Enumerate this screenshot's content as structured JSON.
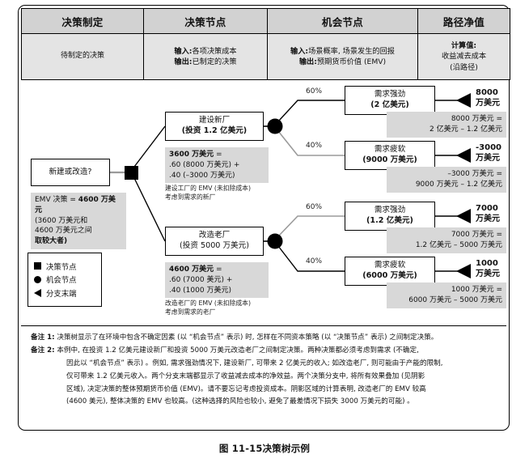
{
  "header": {
    "columns": [
      {
        "title": "决策制定",
        "body_plain": "待制定的决策"
      },
      {
        "title": "决策节点",
        "body_lines": [
          {
            "label": "输入:",
            "text": "各项决策成本"
          },
          {
            "label": "输出:",
            "text": "已制定的决策"
          }
        ]
      },
      {
        "title": "机会节点",
        "body_lines": [
          {
            "label": "输入:",
            "text": "场景概率, 场景发生的回报"
          },
          {
            "label": "输出:",
            "text": "预期货币价值 (EMV)"
          }
        ]
      },
      {
        "title": "路径净值",
        "body_lines_plain": [
          "计算值:",
          "收益减去成本",
          "(沿路径)"
        ]
      }
    ]
  },
  "tree": {
    "root": {
      "label": "新建或改造?",
      "emv_box": {
        "line1_prefix": "EMV 决策 = ",
        "line1_value": "4600 万美元",
        "line2": "(3600 万美元和",
        "line3": "4600 万美元之间",
        "line4": "取较大者)"
      }
    },
    "decisions": [
      {
        "name": "build-new",
        "line1": "建设新厂",
        "line2": "(投资 1.2 亿美元)",
        "calc": {
          "head_value": "3600 万美元",
          "head_eq": " =",
          "line2": ".60 (8000 万美元) +",
          "line3": ".40 (–3000 万美元)"
        },
        "caption": [
          "建设工厂的 EMV (未扣除成本)",
          "考虑到需求的新厂"
        ],
        "branches": [
          {
            "probability": "60%",
            "outcome_line1": "需求强劲",
            "outcome_line2": "(2 亿美元)",
            "endpoint_value_1": "8000",
            "endpoint_value_2": "万美元",
            "net_calc_line1": "8000 万美元 =",
            "net_calc_line2": "2 亿美元 – 1.2 亿美元"
          },
          {
            "probability": "40%",
            "outcome_line1": "需求疲软",
            "outcome_line2": "(9000 万美元)",
            "endpoint_value_1": "-3000",
            "endpoint_value_2": "万美元",
            "net_calc_line1": "–3000 万美元 =",
            "net_calc_line2": "9000 万美元 – 1.2 亿美元"
          }
        ]
      },
      {
        "name": "upgrade-old",
        "line1": "改造老厂",
        "line2": "(投资 5000 万美元)",
        "calc": {
          "head_value": "4600 万美元",
          "head_eq": " =",
          "line2": ".60 (7000 美元) +",
          "line3": ".40 (1000 万美元)"
        },
        "caption": [
          "改造老厂的 EMV (未扣除成本)",
          "考虑到需求的老厂"
        ],
        "branches": [
          {
            "probability": "60%",
            "outcome_line1": "需求强劲",
            "outcome_line2": "(1.2 亿美元)",
            "endpoint_value_1": "7000",
            "endpoint_value_2": "万美元",
            "net_calc_line1": "7000 万美元 =",
            "net_calc_line2": "1.2 亿美元 – 5000 万美元"
          },
          {
            "probability": "40%",
            "outcome_line1": "需求疲软",
            "outcome_line2": "(6000 万美元)",
            "endpoint_value_1": "1000",
            "endpoint_value_2": "万美元",
            "net_calc_line1": "1000 万美元 =",
            "net_calc_line2": "6000 万美元 – 5000 万美元"
          }
        ]
      }
    ],
    "legend": [
      {
        "glyph": "square",
        "label": "决策节点"
      },
      {
        "glyph": "circle",
        "label": "机会节点"
      },
      {
        "glyph": "triangle",
        "label": "分支末端"
      }
    ]
  },
  "notes": {
    "note1_label": "备注 1:",
    "note1_text": "决策树显示了在环境中包含不确定因素 (以 “机会节点” 表示) 时, 怎样在不同资本策略 (以 “决策节点” 表示) 之间制定决策。",
    "note2_label": "备注 2:",
    "note2_text": "本例中, 在投资 1.2 亿美元建设新厂和投资 5000 万美元改造老厂之间制定决策。两种决策都必须考虑到需求 (不确定,",
    "note2_cont1": "因此以 “机会节点” 表示) 。例如, 需求强劲情况下, 建设新厂, 可带来 2 亿美元的收入; 如改造老厂, 则可能由于产能的限制,",
    "note2_cont2": "仅可带来 1.2 亿美元收入。两个分支末端都显示了收益减去成本的净效益。两个决策分支中, 将所有效果叠加 (见阴影",
    "note2_cont3": "区域), 决定决策的整体预期货币价值 (EMV)。请不要忘记考虑投资成本。阴影区域的计算表明, 改造老厂的 EMV 较高",
    "note2_cont4": "(4600 美元), 整体决策的 EMV 也较高。(这种选择的风险也较小, 避免了最差情况下损失 3000 万美元的可能) 。"
  },
  "figure_caption": "图 11-15决策树示例",
  "colors": {
    "header_title_bg": "#d2d2d2",
    "header_sub_bg": "#e4e4e4",
    "shade_bg": "#d8d8d8",
    "line": "#000000",
    "gray_line": "#9a9a9a"
  }
}
